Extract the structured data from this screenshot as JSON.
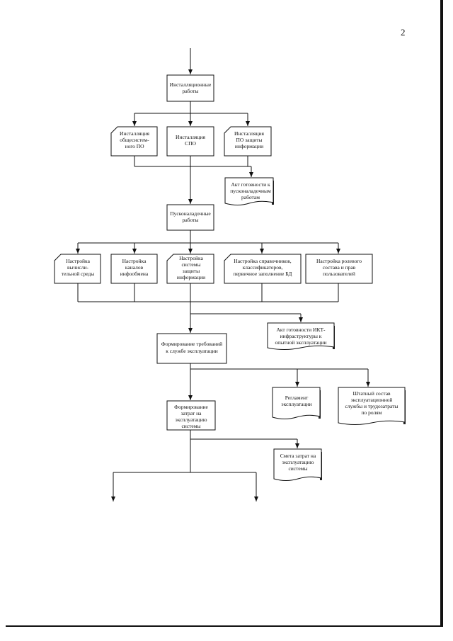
{
  "page_number": "2",
  "nodes": {
    "install": [
      "Инсталляционные",
      "работы"
    ],
    "inst_os": [
      "Инсталляция",
      "общесистем-",
      "ного ПО"
    ],
    "inst_spo": [
      "Инсталляция",
      "СПО"
    ],
    "inst_sec": [
      "Инсталляция",
      "ПО защиты",
      "информации"
    ],
    "act1": [
      "Акт готовности к",
      "пусконаладочным",
      "работам"
    ],
    "commission": [
      "Пусконаладочные",
      "работы"
    ],
    "cfg_env": [
      "Настройка",
      "вычисли-",
      "тельной среды"
    ],
    "cfg_chan": [
      "Настройка",
      "каналов",
      "инфообмена"
    ],
    "cfg_sec": [
      "Настройка",
      "системы",
      "защиты",
      "информации"
    ],
    "cfg_dict": [
      "Настройка справочников,",
      "классификаторов,",
      "первичное заполнение БД"
    ],
    "cfg_roles": [
      "Настройка ролевого",
      "состава и прав",
      "пользователей"
    ],
    "act2": [
      "Акт готовности ИКТ-",
      "инфраструктуры к",
      "опытной эксплуатации"
    ],
    "req": [
      "Формирование требований",
      "к службе эксплуатации"
    ],
    "reglament": [
      "Регламент",
      "эксплуатации"
    ],
    "staff": [
      "Штатный состав",
      "эксплуатационной",
      "службы и трудозатраты",
      "по ролям"
    ],
    "costs": [
      "Формирование",
      "затрат на",
      "эксплуатацию",
      "системы"
    ],
    "estimate": [
      "Смета затрат на",
      "эксплуатацию",
      "системы"
    ]
  }
}
